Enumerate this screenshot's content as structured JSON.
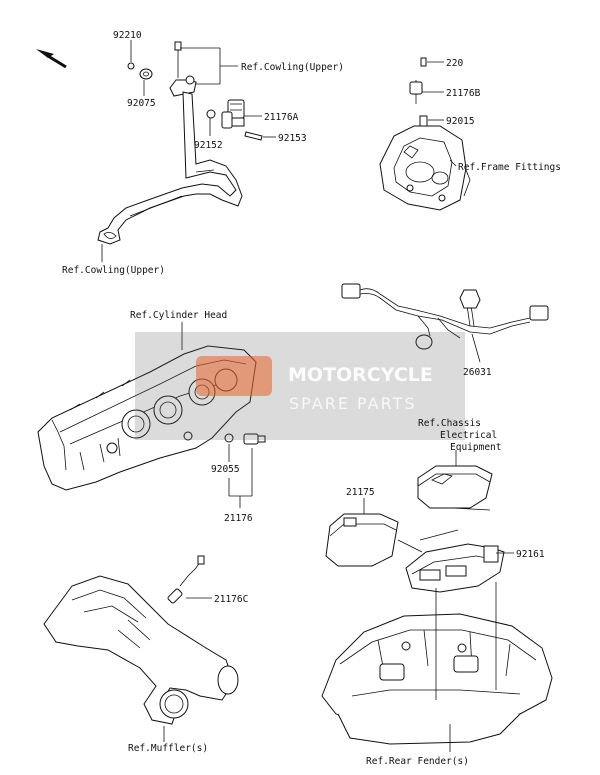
{
  "labels": {
    "p92210": "92210",
    "p92075": "92075",
    "ref_cowling_upper_1": "Ref.Cowling(Upper)",
    "p21176A": "21176A",
    "p92152": "92152",
    "p92153": "92153",
    "ref_cowling_upper_2": "Ref.Cowling(Upper)",
    "p220": "220",
    "p21176B": "21176B",
    "p92015": "92015",
    "ref_frame_fittings": "Ref.Frame Fittings",
    "ref_cylinder_head": "Ref.Cylinder Head",
    "p26031": "26031",
    "ref_chassis_1": "Ref.Chassis",
    "ref_chassis_2": "Electrical",
    "ref_chassis_3": "Equipment",
    "p92055": "92055",
    "p21176": "21176",
    "p21175": "21175",
    "p92161": "92161",
    "p21176C": "21176C",
    "ref_mufflers": "Ref.Muffler(s)",
    "ref_rear_fenders": "Ref.Rear Fender(s)"
  },
  "watermark": {
    "line1": "MOTORCYCLE",
    "line2": "SPARE PARTS",
    "color": "#e8622a"
  },
  "icons": {
    "front_arrow": "arrow-up-left-icon"
  }
}
